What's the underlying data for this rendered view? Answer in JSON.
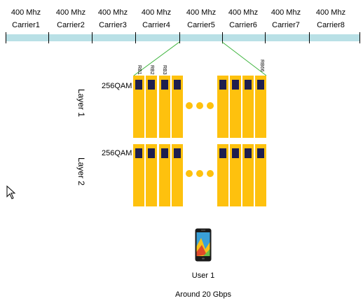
{
  "carriers": [
    {
      "bandwidth": "400 Mhz",
      "name": "Carrier1"
    },
    {
      "bandwidth": "400 Mhz",
      "name": "Carrier2"
    },
    {
      "bandwidth": "400 Mhz",
      "name": "Carrier3"
    },
    {
      "bandwidth": "400 Mhz",
      "name": "Carrier4"
    },
    {
      "bandwidth": "400 Mhz",
      "name": "Carrier5"
    },
    {
      "bandwidth": "400 Mhz",
      "name": "Carrier6"
    },
    {
      "bandwidth": "400 Mhz",
      "name": "Carrier7"
    },
    {
      "bandwidth": "400 Mhz",
      "name": "Carrier8"
    }
  ],
  "rb_labels": {
    "first": "RB1",
    "second": "RB2",
    "third": "RB3",
    "last": "RB66"
  },
  "layers": [
    {
      "label": "Layer 1",
      "modulation": "256QAM"
    },
    {
      "label": "Layer 2",
      "modulation": "256QAM"
    }
  ],
  "user": {
    "label": "User 1",
    "throughput": "Around 20 Gbps"
  },
  "colors": {
    "band": "#b9e0e6",
    "resource_block": "#fec10e",
    "symbol": "#1e1f4f",
    "zoom_line": "#3cb43c"
  }
}
